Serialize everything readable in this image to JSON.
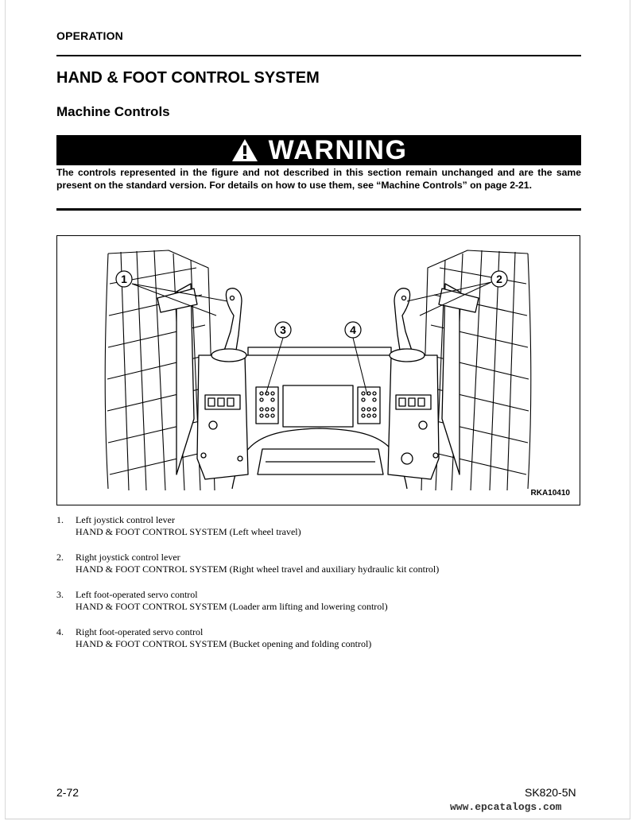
{
  "header": {
    "section": "OPERATION"
  },
  "title": "HAND & FOOT CONTROL SYSTEM",
  "subtitle": "Machine Controls",
  "warning": {
    "icon": "warning-triangle-icon",
    "label": "WARNING",
    "text": "The controls represented in the figure and not described in this section remain unchanged and are the same present on the standard version. For details on how to use them, see “Machine Controls” on page 2-21."
  },
  "figure": {
    "id": "RKA10410",
    "callouts": [
      "1",
      "2",
      "3",
      "4"
    ]
  },
  "legend": [
    {
      "num": "1.",
      "line1": "Left joystick control lever",
      "line2": "HAND & FOOT CONTROL SYSTEM (Left wheel travel)"
    },
    {
      "num": "2.",
      "line1": "Right joystick control lever",
      "line2": "HAND & FOOT CONTROL SYSTEM (Right wheel travel and auxiliary hydraulic kit control)"
    },
    {
      "num": "3.",
      "line1": "Left foot-operated servo control",
      "line2": "HAND & FOOT CONTROL SYSTEM (Loader arm lifting and lowering control)"
    },
    {
      "num": "4.",
      "line1": "Right foot-operated servo control",
      "line2": "HAND & FOOT CONTROL SYSTEM (Bucket opening and folding control)"
    }
  ],
  "footer": {
    "page_number": "2-72",
    "model": "SK820-5N",
    "watermark": "www.epcatalogs.com"
  }
}
